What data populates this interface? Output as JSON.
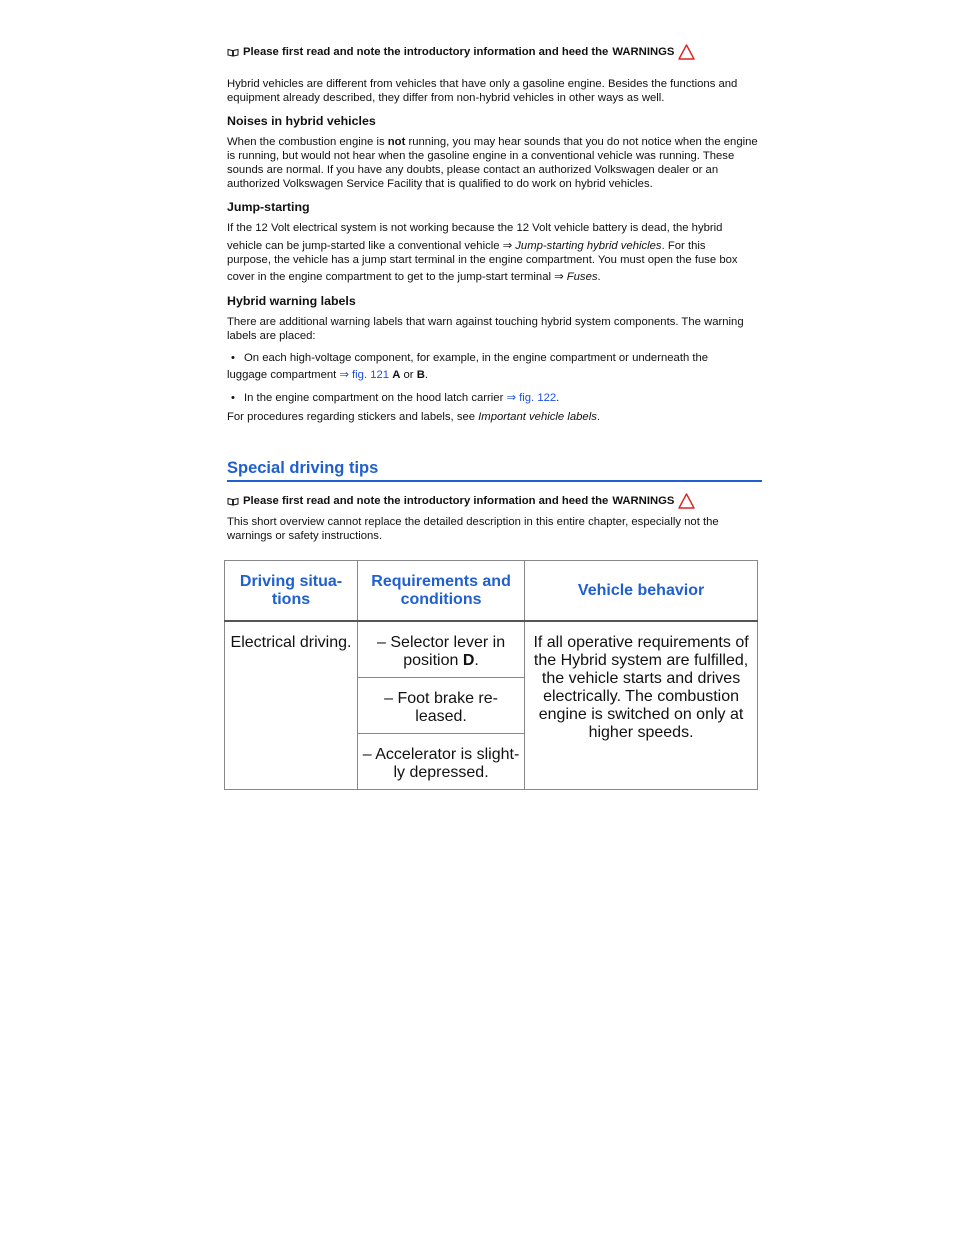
{
  "intro_note": {
    "text": "Please first read and note the introductory information and heed the",
    "warnings": "WARNINGS"
  },
  "intro_paragraph": "Hybrid vehicles are different from vehicles that have only a gasoline engine. Besides the functions and equipment already described, they differ from non-hybrid vehicles in other ways as well.",
  "noises": {
    "heading": "Noises in hybrid vehicles",
    "pre": "When the combustion engine is ",
    "bold": "not",
    "post": " running, you may hear sounds that you do not notice when the engine is running, but would not hear when the gasoline engine in a conventional vehicle was running. These sounds are normal. If you have any doubts, please contact an authorized Volkswagen dealer or an authorized Volkswagen Service Facility that is qualified to do work on hybrid vehicles."
  },
  "jump": {
    "heading": "Jump-starting",
    "line1": "If the 12 Volt electrical system is not working because the 12 Volt vehicle battery is dead, the hybrid",
    "line2_pre": "vehicle can be jump-started like a conventional vehicle ⇒ ",
    "line2_link": "Jump-starting hybrid vehicles",
    "line2_post": ". For this",
    "line3": "purpose, the vehicle has a jump start terminal in the engine compartment. You must open the fuse box",
    "line4_pre": "cover in the engine compartment to get to the jump-start terminal ⇒ ",
    "line4_link": "Fuses",
    "line4_post": "."
  },
  "labels": {
    "heading": "Hybrid warning labels",
    "intro": "There are additional warning labels that warn against touching hybrid system components. The warning labels are placed:",
    "bullet1_line1": "On each high-voltage component, for example, in the engine compartment or underneath the",
    "bullet1_line2_pre": "luggage compartment ",
    "bullet1_fig": "⇒ fig. 121",
    "bullet1_a": "A",
    "bullet1_or": " or ",
    "bullet1_b": "B",
    "bullet2_pre": "In the engine compartment on the hood latch carrier ",
    "bullet2_fig": "⇒ fig. 122",
    "procedures_pre": "For procedures regarding stickers and labels, see ",
    "procedures_link": "Important vehicle labels",
    "period": "."
  },
  "special": {
    "title": "Special driving tips",
    "overview": "This short overview cannot replace the detailed description in this entire chapter, especially not the warnings or safety instructions."
  },
  "table": {
    "headers": [
      "Driving situa-\ntions",
      "Requirements and\nconditions",
      "Vehicle behavior"
    ],
    "situation": "Electrical driving.",
    "req1_pre": "– Selector lever in position ",
    "req1_bold": "D",
    "req1_post": ".",
    "req2": "– Foot brake re-\nleased.",
    "req3": "– Accelerator is slight-\nly depressed.",
    "behavior": "If all operative requirements of the Hybrid system are fulfilled, the vehicle starts and drives electrically. The combustion engine is switched on only at higher speeds."
  },
  "colors": {
    "accent": "#1f5fd0",
    "link": "#1f4fe0",
    "warning": "#e02020"
  }
}
